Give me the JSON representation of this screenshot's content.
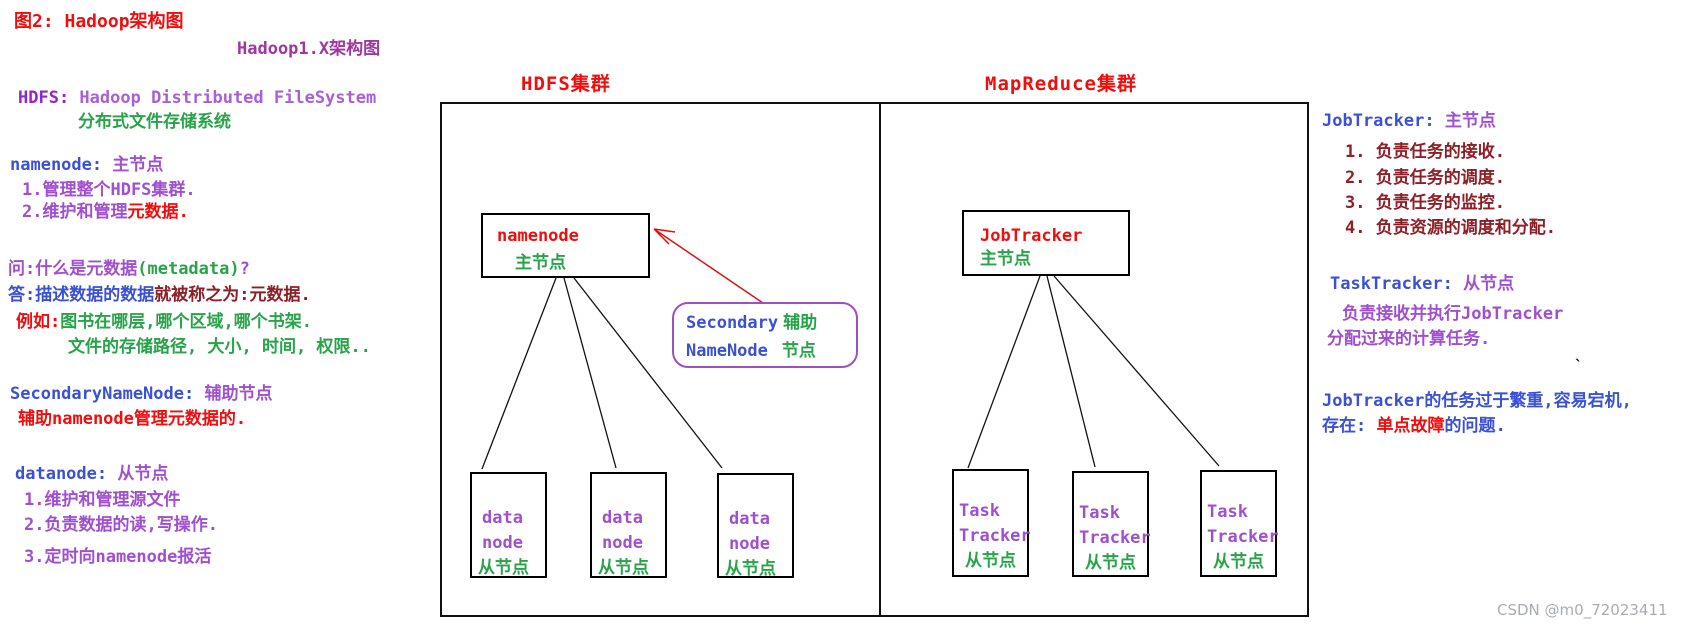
{
  "colors": {
    "red": "#f20d0d",
    "maroon": "#8e1f26",
    "purple": "#a04fd0",
    "violet": "#a85fd8",
    "deeppurple": "#9326c9",
    "blue": "#3a51d6",
    "green": "#27a348",
    "magenta": "#a335a3",
    "gray": "#a8acb1",
    "bubble": "#a04fc0",
    "arrow": "#e01010",
    "ink": "#111111"
  },
  "header": {
    "fig_title": "图2: Hadoop架构图",
    "subtitle": "Hadoop1.X架构图"
  },
  "left_notes": {
    "hdfs_label": "HDFS:",
    "hdfs_def": " Hadoop Distributed FileSystem",
    "hdfs_def_cn": "分布式文件存储系统",
    "namenode_label": "namenode:",
    "namenode_role": " 主节点",
    "namenode_item1": "1.管理整个HDFS集群.",
    "namenode_item2_a": "2.维护和管理",
    "namenode_item2_b": "元数据.",
    "q_prefix": "问:什么是元数据",
    "q_en": "(metadata)",
    "q_suffix": "?",
    "a_prefix": "答:描述数据的数据",
    "a_suffix": "就被称之为:元数据.",
    "eg_label": "例如:",
    "eg_text": "图书在哪层,哪个区域,哪个书架.",
    "eg_text2": "文件的存储路径, 大小, 时间, 权限..",
    "snn_label": "SecondaryNameNode:",
    "snn_role": " 辅助节点",
    "snn_desc": "辅助namenode管理元数据的.",
    "datanode_label": "datanode:",
    "datanode_role": " 从节点",
    "datanode_item1": "1.维护和管理源文件",
    "datanode_item2": "2.负责数据的读,写操作.",
    "datanode_item3": "3.定时向namenode报活"
  },
  "diagram": {
    "hdfs_title": "HDFS集群",
    "mapreduce_title": "MapReduce集群",
    "namenode_box": {
      "name": "namenode",
      "role": "主节点"
    },
    "secondary_bubble": {
      "en1": "Secondary",
      "cn1": "辅助",
      "en2": "NameNode",
      "cn2": "节点"
    },
    "datanodes": [
      {
        "line1": "data",
        "line2": "node",
        "role": "从节点"
      },
      {
        "line1": "data",
        "line2": "node",
        "role": "从节点"
      },
      {
        "line1": "data",
        "line2": "node",
        "role": "从节点"
      }
    ],
    "jobtracker_box": {
      "name": "JobTracker",
      "role": "主节点"
    },
    "tasktrackers": [
      {
        "line1": "Task",
        "line2": "Tracker",
        "role": "从节点"
      },
      {
        "line1": "Task",
        "line2": "Tracker",
        "role": "从节点"
      },
      {
        "line1": "Task",
        "line2": "Tracker",
        "role": "从节点"
      }
    ]
  },
  "right_notes": {
    "jt_label": "JobTracker:",
    "jt_role": " 主节点",
    "jt_items": [
      "1. 负责任务的接收.",
      "2. 负责任务的调度.",
      "3. 负责任务的监控.",
      "4. 负责资源的调度和分配."
    ],
    "tt_label": "TaskTracker:",
    "tt_role": " 从节点",
    "tt_desc1": "负责接收并执行JobTracker",
    "tt_desc2": "分配过来的计算任务.",
    "stray_tick": "`",
    "warn_line1": "JobTracker的任务过于繁重,容易宕机,",
    "warn2_a": "存在: ",
    "warn2_b": "单点故障",
    "warn2_c": "的问题."
  },
  "watermark": "CSDN @m0_72023411"
}
